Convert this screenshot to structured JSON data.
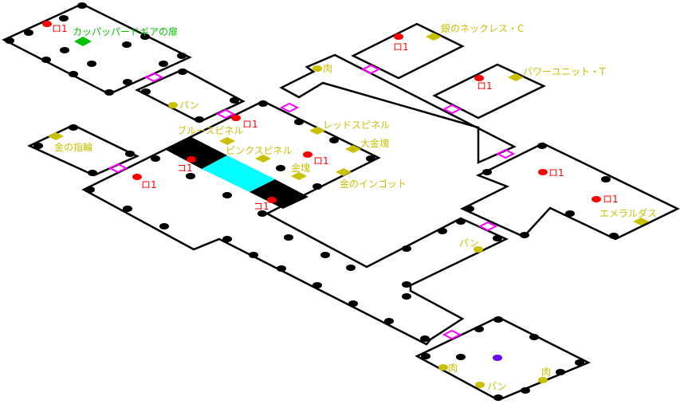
{
  "colors": {
    "item": "#c8c000",
    "enemy": "#ff0000",
    "key_item": "#00c000",
    "door": "#ff00ff",
    "water": "#00ffff",
    "player": "#6600ff"
  },
  "rooms": {
    "top_left": {
      "enemy": "ロ1",
      "key_item": "カッパッパードギアの扉"
    },
    "bread_room": {
      "item": "パン"
    },
    "ring_room": {
      "item": "金の指輪"
    },
    "central": {
      "items": [
        "ブルースピネル",
        "ピンクスピネル",
        "レッドスピネル",
        "大金塊",
        "金塊",
        "金のインゴット"
      ],
      "enemies": [
        "ロ1",
        "ロ1",
        "コ1",
        "コ1",
        "ロ1"
      ]
    },
    "necklace_room": {
      "item": "銀のネックレス・C",
      "enemy": "ロ1"
    },
    "power_room": {
      "item": "パワーユニット・T",
      "enemy": "ロ1"
    },
    "corridor": {
      "item": "肉"
    },
    "east_room": {
      "item": "エメラルダス",
      "enemies": [
        "ロ1",
        "ロ1"
      ]
    },
    "south_corridor": {
      "item": "パン"
    },
    "bottom_room": {
      "items": [
        "肉",
        "肉",
        "パン"
      ]
    }
  }
}
